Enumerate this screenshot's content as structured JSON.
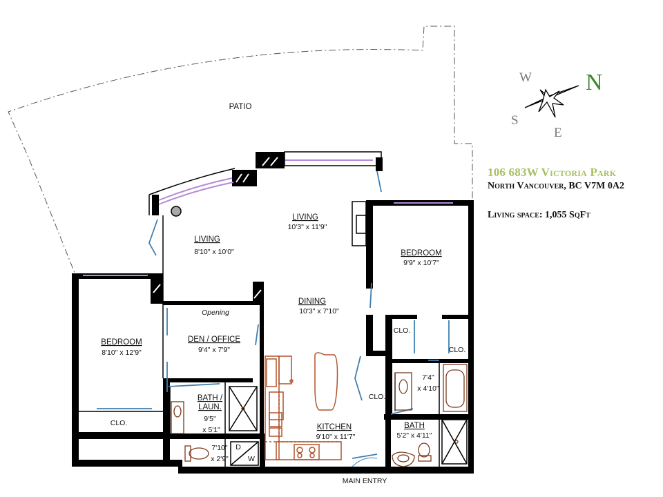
{
  "labels": {
    "patio": "PATIO",
    "living_left": "LIVING",
    "living_left_dim": "8'10\" x 10'0\"",
    "living_top": "LIVING",
    "living_top_dim": "10'3\" x 11'9\"",
    "bedroom_right": "BEDROOM",
    "bedroom_right_dim": "9'9\" x 10'7\"",
    "dining": "DINING",
    "dining_dim": "10'3\" x 7'10\"",
    "opening": "Opening",
    "bedroom_left": "BEDROOM",
    "bedroom_left_dim": "8'10\" x 12'9\"",
    "den": "DEN / OFFICE",
    "den_dim": "9'4\" x 7'9\"",
    "clo_left": "CLO.",
    "bath_laun": "BATH /",
    "bath_laun2": "LAUN.",
    "bath_laun_dim1": "9'5\"",
    "bath_laun_dim2": "x 5'1\"",
    "wc_dim1": "7'10\"",
    "wc_dim2": "x 2'9\"",
    "dryer": "D",
    "washer": "W",
    "kitchen": "KITCHEN",
    "kitchen_dim": "9'10\" x 11'7\"",
    "clo_kitchen": "CLO.",
    "clo_right1": "CLO.",
    "clo_right2": "CLO.",
    "ensuite_dim1": "7'4\"",
    "ensuite_dim2": "x 4'10\"",
    "bath": "BATH",
    "bath_dim": "5'2\" x 4'11\"",
    "main_entry": "MAIN ENTRY"
  },
  "compass": {
    "n": "N",
    "s": "S",
    "e": "E",
    "w": "W"
  },
  "address": {
    "line1": "106 683W Victoria Park",
    "line2": "North Vancouver, BC V7M 0A2",
    "living_space": "Living space: 1,055 SqFt"
  },
  "colors": {
    "wall": "#000000",
    "window": "#b58ad6",
    "door": "#3f7fb0",
    "kitchen": "#b0522a",
    "fixture": "#7a3a1a",
    "patio": "#555555"
  }
}
